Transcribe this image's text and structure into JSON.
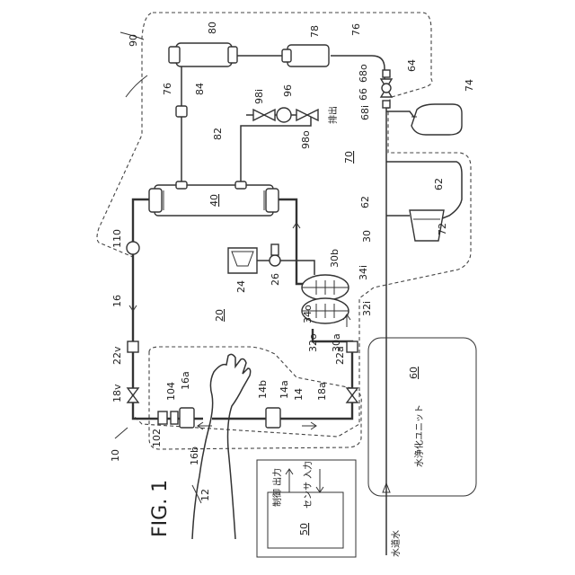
{
  "figure": {
    "title": "FIG. 1"
  },
  "labels": {
    "l10": "10",
    "l12": "12",
    "l14": "14",
    "l14a": "14a",
    "l14b": "14b",
    "l16": "16",
    "l16a": "16a",
    "l16b": "16b",
    "l18a": "18a",
    "l18v": "18v",
    "l20": "20",
    "l22a": "22a",
    "l22v": "22v",
    "l24": "24",
    "l26": "26",
    "l30": "30",
    "l30a": "30a",
    "l30b": "30b",
    "l32i": "32i",
    "l32o": "32o",
    "l34i": "34i",
    "l34o": "34o",
    "l40": "40",
    "l50": "50",
    "l60": "60",
    "l62a": "62",
    "l62b": "62",
    "l64": "64",
    "l66": "66",
    "l68i": "68i",
    "l68o": "68o",
    "l70": "70",
    "l72": "72",
    "l74": "74",
    "l76a": "76",
    "l76b": "76",
    "l78": "78",
    "l80": "80",
    "l82": "82",
    "l84": "84",
    "l90": "90",
    "l96": "96",
    "l98i": "98i",
    "l98o": "98o",
    "l102": "102",
    "l104": "104",
    "l110": "110"
  },
  "text": {
    "drain": "排出",
    "tap_water": "水道水",
    "water_purification_unit": "水浄化ユニット",
    "control_output": "制御 出力",
    "sensor_input": "センサ 入力"
  }
}
